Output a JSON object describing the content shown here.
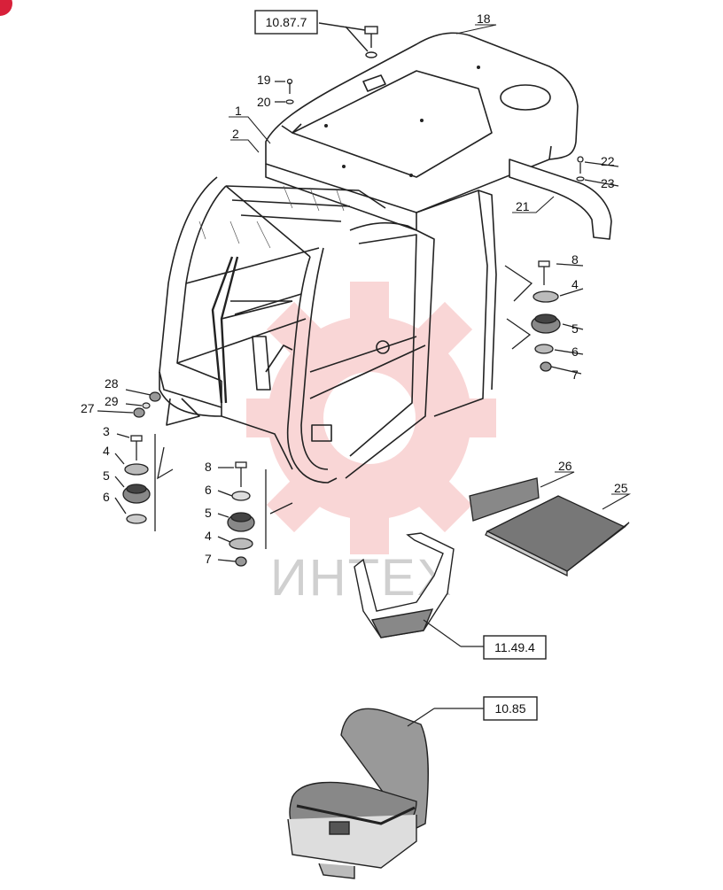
{
  "watermark": {
    "text": "ИНТЕХ",
    "color": "#f5b5b5"
  },
  "corner_badge_color": "#d8203a",
  "references": {
    "top": "10.87.7",
    "step": "11.49.4",
    "seat": "10.85"
  },
  "callouts": {
    "c1": "1",
    "c2": "2",
    "c3": "3",
    "c4a": "4",
    "c4b": "4",
    "c4c": "4",
    "c5a": "5",
    "c5b": "5",
    "c5c": "5",
    "c6a": "6",
    "c6b": "6",
    "c6c": "6",
    "c7a": "7",
    "c7b": "7",
    "c8a": "8",
    "c8b": "8",
    "c18": "18",
    "c19": "19",
    "c20": "20",
    "c21": "21",
    "c22": "22",
    "c23": "23",
    "c25": "25",
    "c26": "26",
    "c27": "27",
    "c28": "28",
    "c29": "29"
  }
}
